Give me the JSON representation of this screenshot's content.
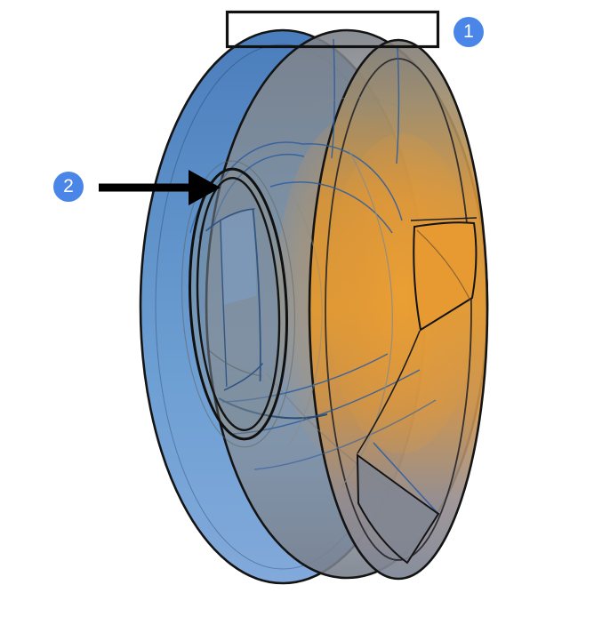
{
  "diagram": {
    "type": "3d-model-annotation",
    "callouts": [
      {
        "label": "1",
        "marker": "rectangle-outline",
        "position": "top"
      },
      {
        "label": "2",
        "marker": "arrow-left-to-right",
        "position": "left"
      }
    ]
  },
  "colors": {
    "badge_background": "#4A86E8",
    "badge_text": "#FFFFFF",
    "annotation_stroke": "#111111",
    "model_blue": "#6096CC",
    "model_orange": "#E0952F",
    "background": "#FFFFFF"
  }
}
